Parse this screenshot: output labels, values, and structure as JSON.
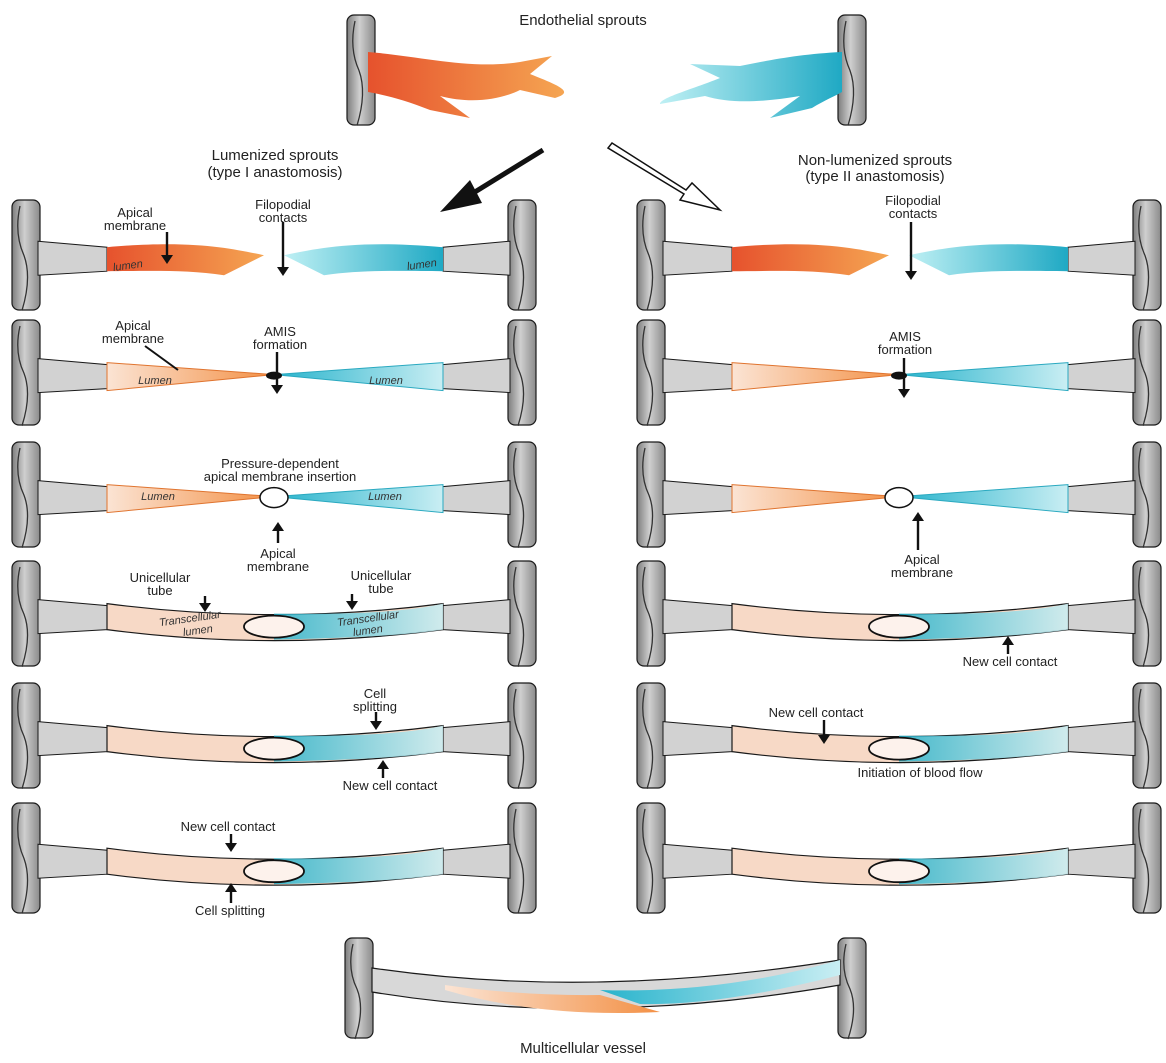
{
  "title": "Endothelial sprouts",
  "footer": "Multicellular vessel",
  "colors": {
    "orange": "#ee7a32",
    "cyan": "#35c3d4",
    "vessel": "#a9a9a9",
    "vessel_light": "#d2d2d2",
    "outline": "#1a1a1a"
  },
  "left_header": {
    "line1": "Lumenized sprouts",
    "line2": "(type I anastomosis)"
  },
  "right_header": {
    "line1": "Non-lumenized sprouts",
    "line2": "(type II anastomosis)"
  },
  "left": {
    "r1": {
      "apical1": "Apical",
      "apical2": "membrane",
      "filo1": "Filopodial",
      "filo2": "contacts",
      "lumen_a": "lumen",
      "lumen_b": "lumen"
    },
    "r2": {
      "apical1": "Apical",
      "apical2": "membrane",
      "amis1": "AMIS",
      "amis2": "formation",
      "lumen_a": "Lumen",
      "lumen_b": "Lumen"
    },
    "r3": {
      "press1": "Pressure-dependent",
      "press2": "apical membrane insertion",
      "lumen_a": "Lumen",
      "lumen_b": "Lumen",
      "apical1": "Apical",
      "apical2": "membrane"
    },
    "r4": {
      "uni_a1": "Unicellular",
      "uni_a2": "tube",
      "uni_b1": "Unicellular",
      "uni_b2": "tube",
      "trans_a1": "Transcellular",
      "trans_a2": "lumen",
      "trans_b1": "Transcellular",
      "trans_b2": "lumen"
    },
    "r5": {
      "split1": "Cell",
      "split2": "splitting",
      "contact": "New cell contact"
    },
    "r6": {
      "contact": "New cell contact",
      "split": "Cell splitting"
    }
  },
  "right": {
    "r1": {
      "filo1": "Filopodial",
      "filo2": "contacts"
    },
    "r2": {
      "amis1": "AMIS",
      "amis2": "formation"
    },
    "r3": {
      "apical1": "Apical",
      "apical2": "membrane"
    },
    "r4": {
      "contact": "New cell contact"
    },
    "r5": {
      "contact": "New cell contact",
      "flow": "Initiation of blood flow"
    }
  }
}
